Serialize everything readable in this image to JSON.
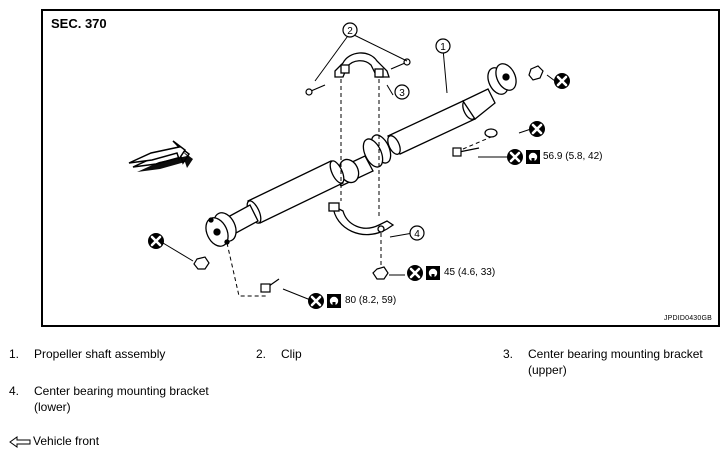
{
  "section": "SEC. 370",
  "figure_code": "JPDID0430GB",
  "callouts": [
    "1",
    "2",
    "3",
    "4"
  ],
  "torques": {
    "center_bolt": "56.9 (5.8, 42)",
    "bracket_nut": "45 (4.6, 33)",
    "flange_bolt": "80 (8.2, 59)"
  },
  "legend": [
    {
      "num": "1.",
      "label": "Propeller shaft assembly"
    },
    {
      "num": "2.",
      "label": "Clip"
    },
    {
      "num": "3.",
      "label": "Center bearing mounting bracket (upper)"
    },
    {
      "num": "4.",
      "label": "Center bearing mounting bracket (lower)"
    }
  ],
  "vehicle_front": "Vehicle front",
  "icons": [
    "do-not-reuse-icon",
    "torque-wrench-icon",
    "vehicle-front-arrow-icon"
  ]
}
